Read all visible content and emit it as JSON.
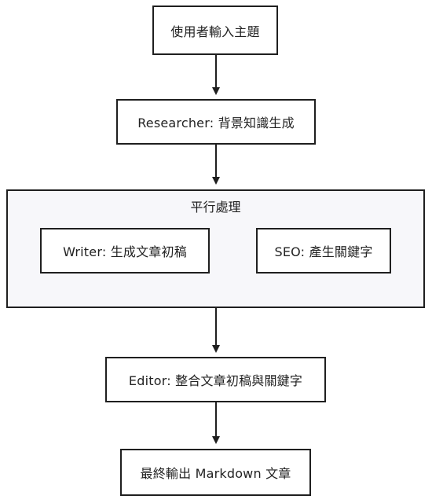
{
  "flowchart": {
    "input": "使用者輸入主題",
    "researcher": "Researcher: 背景知識生成",
    "parallel_group": {
      "label": "平行處理",
      "writer": "Writer: 生成文章初稿",
      "seo": "SEO: 產生關鍵字"
    },
    "editor": "Editor: 整合文章初稿與關鍵字",
    "output": "最終輸出 Markdown 文章"
  },
  "colors": {
    "stroke": "#1f1f1f",
    "group_fill": "#f7f7fa",
    "node_fill": "#ffffff"
  }
}
